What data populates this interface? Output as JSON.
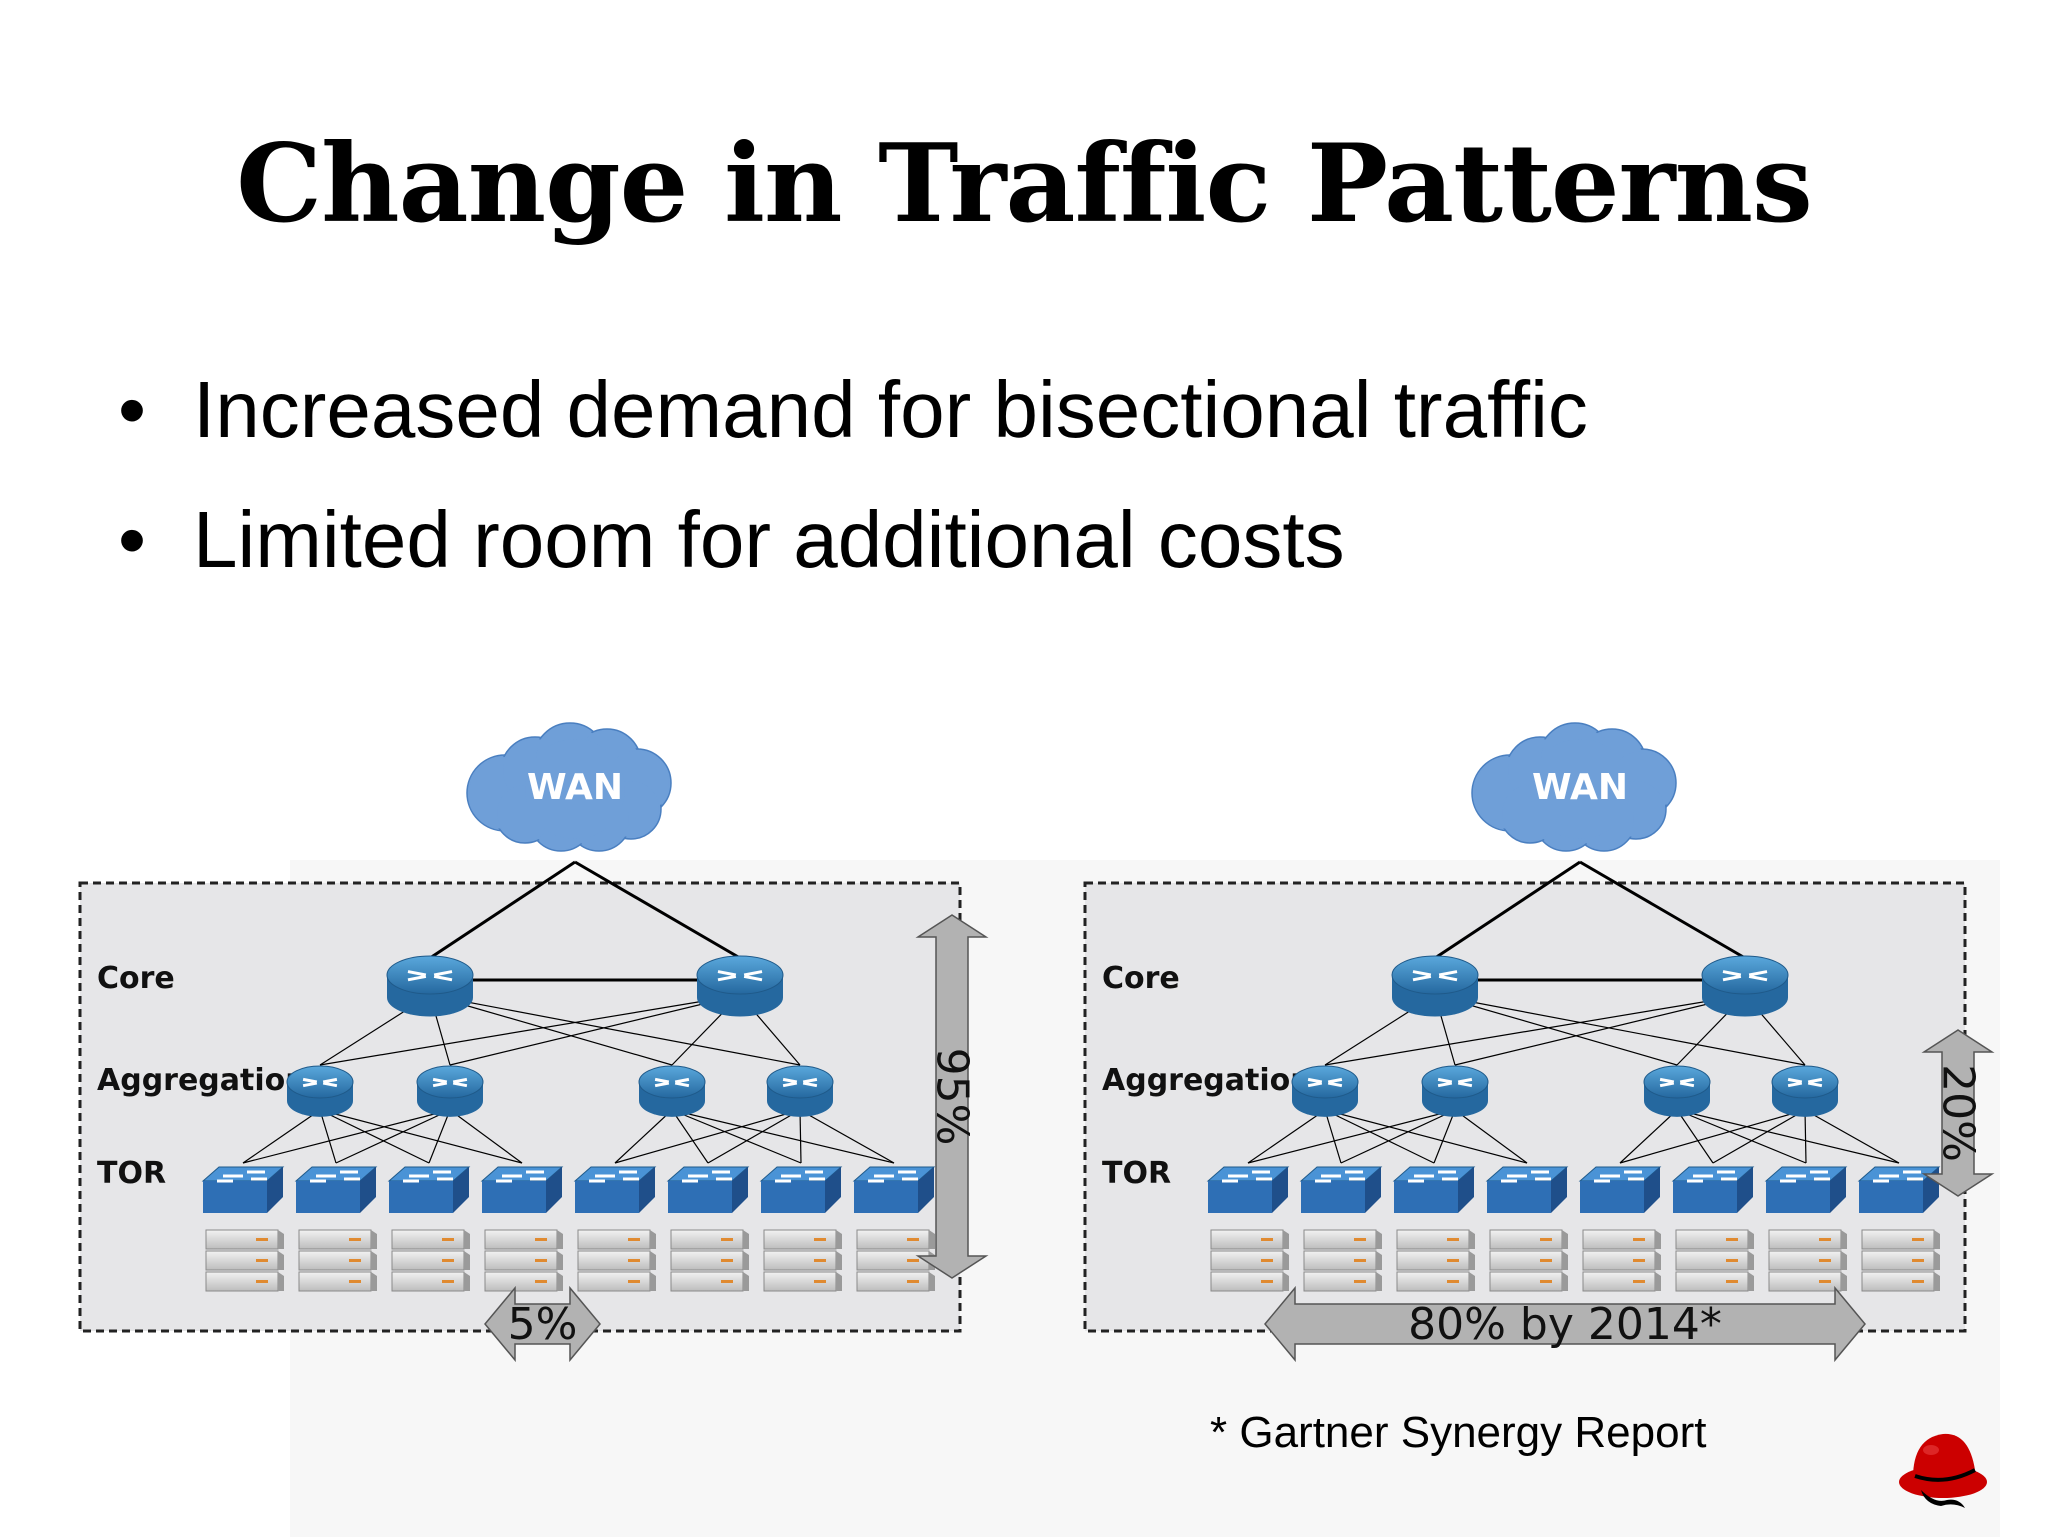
{
  "slide": {
    "title": "Change in Traffic Patterns",
    "bullets": [
      "Increased demand for bisectional traffic",
      "Limited room for additional costs"
    ],
    "footnote": "* Gartner Synergy Report"
  },
  "diagrams": [
    {
      "cloud_label": "WAN",
      "layers": [
        "Core",
        "Aggregation",
        "TOR"
      ],
      "vertical_arrow_label": "95%",
      "horizontal_arrow_label": "5%"
    },
    {
      "cloud_label": "WAN",
      "layers": [
        "Core",
        "Aggregation",
        "TOR"
      ],
      "vertical_arrow_label": "20%",
      "horizontal_arrow_label": "80% by 2014*"
    }
  ],
  "colors": {
    "cloud": "#6f9fd8",
    "router": "#3d8bc4",
    "switch": "#2e6fb5",
    "arrow": "#b2b2b2",
    "logo": "#cc0000"
  },
  "icons": [
    "wan-cloud-icon",
    "router-icon",
    "switch-icon",
    "server-icon",
    "red-hat-logo"
  ]
}
